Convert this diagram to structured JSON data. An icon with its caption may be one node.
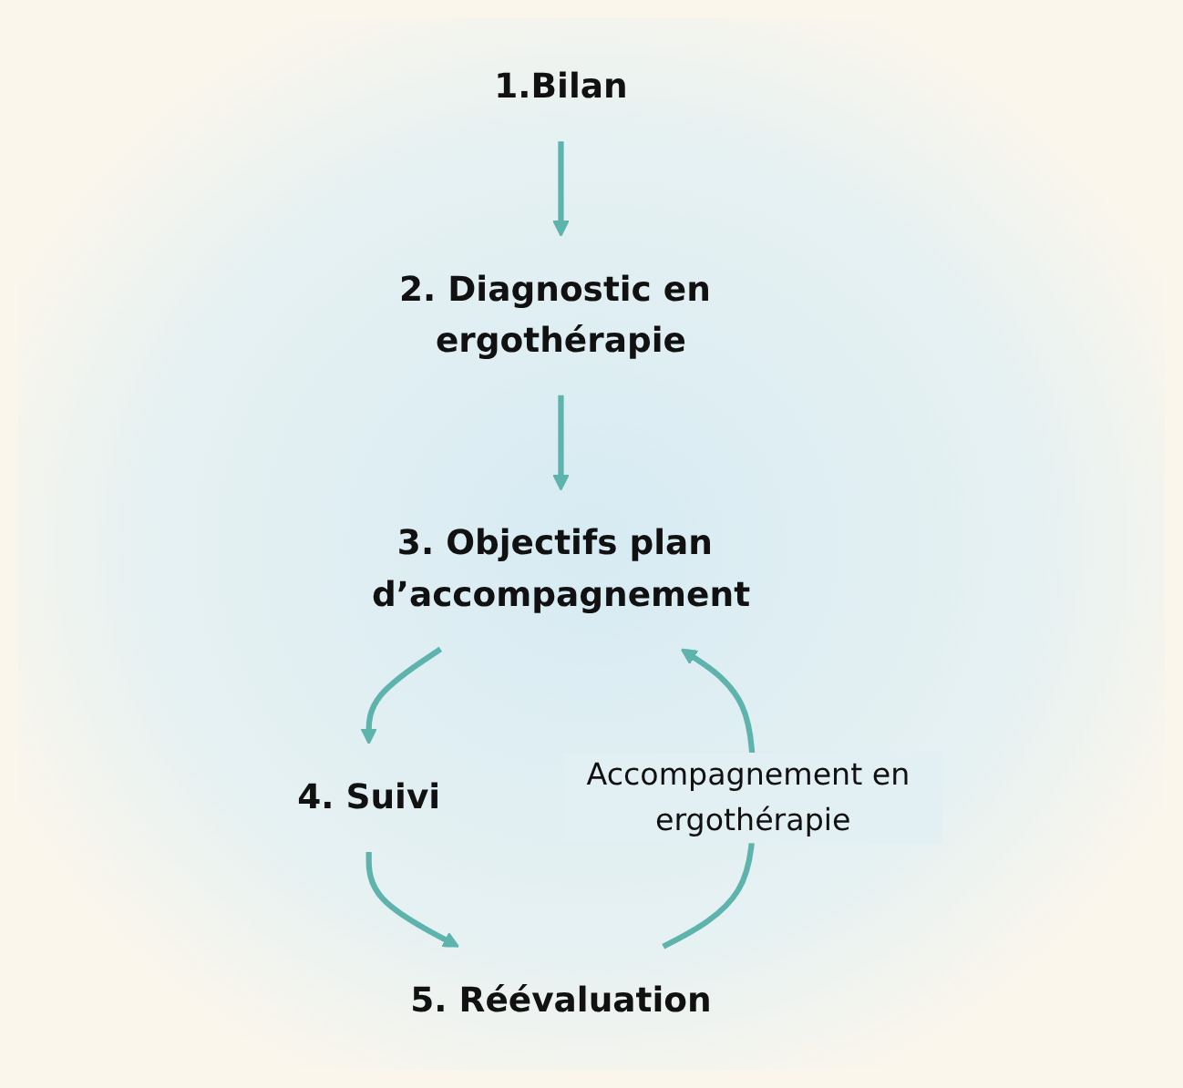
{
  "diagram": {
    "nodes": [
      {
        "text": [
          "1.Bilan"
        ]
      },
      {
        "text": [
          "2. Diagnostic en ergothérapie"
        ]
      },
      {
        "text": [
          "3. Objectifs plan d’accompagnement"
        ]
      },
      {
        "text": [
          "4. Suivi"
        ]
      },
      {
        "text": [
          "5. Réévaluation"
        ]
      }
    ],
    "edges": [
      {
        "from": 0,
        "to": 1,
        "arrow": "to"
      },
      {
        "from": 1,
        "to": 2,
        "arrow": "to"
      },
      {
        "from": 2,
        "to": 3,
        "arrow": "to"
      },
      {
        "from": 3,
        "to": 4,
        "arrow": "to"
      },
      {
        "from": 4,
        "to": 2,
        "arrow": "to",
        "label": "Accompagnement en ergothérapie"
      }
    ]
  }
}
